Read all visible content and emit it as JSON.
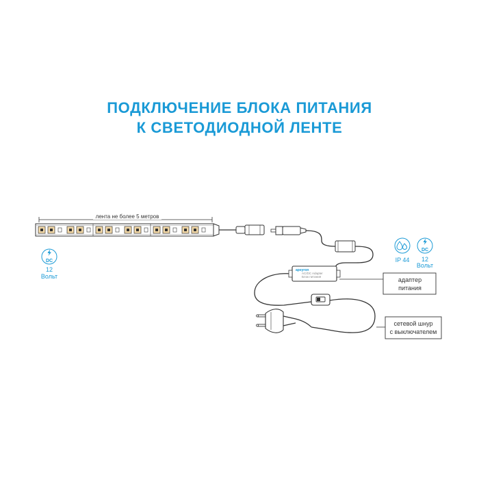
{
  "title": {
    "line1": "ПОДКЛЮЧЕНИЕ БЛОКА ПИТАНИЯ",
    "line2": "К СВЕТОДИОДНОЙ ЛЕНТЕ"
  },
  "strip": {
    "length_label": "лента не более 5 метров"
  },
  "left_badge": {
    "icon": "bolt-dc-icon",
    "icon_text": "DC",
    "voltage": "12",
    "unit": "Вольт"
  },
  "right_badges": {
    "ip_icon": "water-drops-icon",
    "ip_label": "IP 44",
    "dc_icon": "bolt-dc-icon",
    "dc_text": "DC",
    "voltage": "12",
    "unit": "Вольт"
  },
  "adapter": {
    "brand": "apeyron",
    "line1": "AC/DC Adapter",
    "line2": "Блок питания"
  },
  "callouts": {
    "adapter_line1": "адаптер",
    "adapter_line2": "питания",
    "cord_line1": "сетевой шнур",
    "cord_line2": "с выключателем"
  },
  "colors": {
    "accent": "#1a9ad6",
    "strip_led": "#f3d9a8",
    "line": "#333333"
  }
}
